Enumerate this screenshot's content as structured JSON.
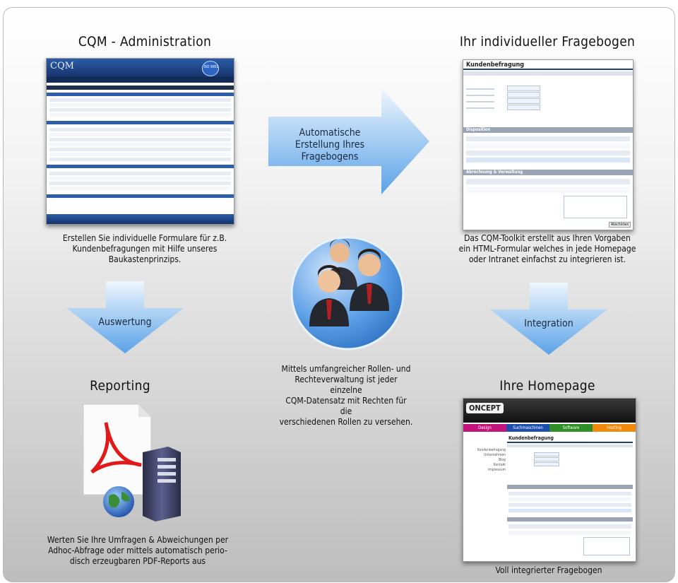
{
  "top_left": {
    "title": "CQM - Administration",
    "caption": [
      "Erstellen Sie individuelle Formulare für z.B.",
      "Kundenbefragungen mit Hilfe unseres",
      "Baukastenprinzips."
    ],
    "logo": "CQM",
    "iso_badge": "ISO 9001"
  },
  "top_right": {
    "title": "Ihr individueller Fragebogen",
    "caption": [
      "Das CQM-Toolkit erstellt aus Ihren Vorgaben",
      "ein HTML-Formular welches in jede Homepage",
      "oder Intranet einfachst zu integrieren ist."
    ],
    "form_title": "Kundenbefragung",
    "section1": "Disposition",
    "section2": "Abrechnung & Verwaltung",
    "submit": "Abschicken"
  },
  "center_top_arrow": {
    "label": [
      "Automatische",
      "Erstellung Ihres",
      "Fragebogens"
    ]
  },
  "left_arrow": {
    "label": "Auswertung"
  },
  "right_arrow": {
    "label": "Integration"
  },
  "center": {
    "caption": [
      "Mittels umfangreicher Rollen- und",
      "Rechteverwaltung ist jeder einzelne",
      "CQM-Datensatz mit Rechten für die",
      "verschiedenen Rollen zu versehen."
    ],
    "icon": "users-group-icon"
  },
  "bottom_left": {
    "title": "Reporting",
    "caption": [
      "Werten Sie Ihre Umfragen & Abweichungen per",
      "Adhoc-Abfrage oder mittels automatisch perio-",
      "disch erzeugbaren PDF-Reports aus"
    ],
    "icon": "pdf-server-icon"
  },
  "bottom_right": {
    "title": "Ihre Homepage",
    "caption": [
      "Voll integrierter Fragebogen"
    ],
    "site_logo": "ONCEPT",
    "menu": [
      "Design",
      "Suchmaschinen",
      "Software",
      "Hosting"
    ],
    "side_nav": [
      "Kundenbefragung",
      "Unternehmen",
      "Blog",
      "Kontakt",
      "Impressum"
    ],
    "form_title": "Kundenbefragung"
  },
  "colors": {
    "arrow_light": "#e6f1fb",
    "arrow_dark": "#5aa2e8",
    "admin_blue": "#1d3f7a",
    "circle_blue": "#4a8fd6"
  }
}
